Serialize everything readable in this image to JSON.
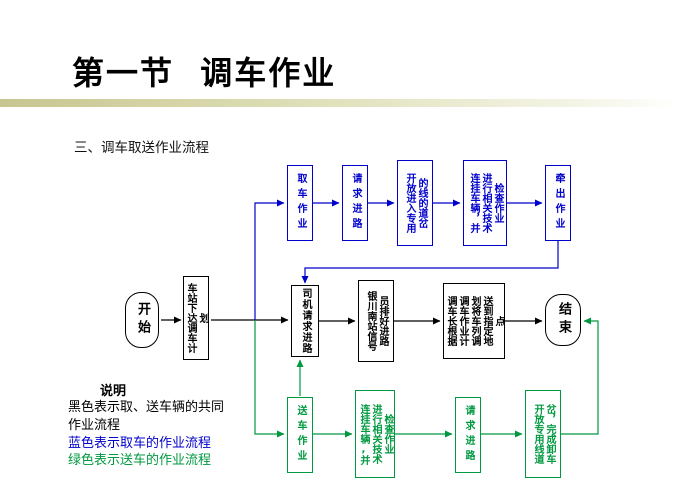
{
  "slide": {
    "title": "第一节  调车作业",
    "subtitle": "三、调车取送作业流程"
  },
  "flowchart": {
    "start_label": "开始",
    "plan_label": "车站下达调车计划",
    "end_label": "结束",
    "pickup_row": [
      "取车作业",
      "请求进路",
      "开放进入专用的线的道岔",
      "连挂车辆，并进行相关技术检查作业",
      "牵出作业"
    ],
    "common_row": [
      "司机请求进路",
      "银川南站信号员排好进路",
      "调车长根据调车作业计划将车列调送到指定地点"
    ],
    "delivery_row": [
      "送车作业",
      "连挂车辆,并进行相关技术检查作业",
      "请求进路",
      "开放专用线道岔，完成卸车"
    ]
  },
  "legend": {
    "heading": "说明",
    "common_line1": "黑色表示取、送车辆的共同",
    "common_line2": "作业流程",
    "pickup_line": "蓝色表示取车的作业流程",
    "delivery_line": "绿色表示送车的作业流程"
  },
  "colors": {
    "pickup_blue": "#0000cc",
    "delivery_green": "#009940",
    "common_black": "#000000"
  }
}
